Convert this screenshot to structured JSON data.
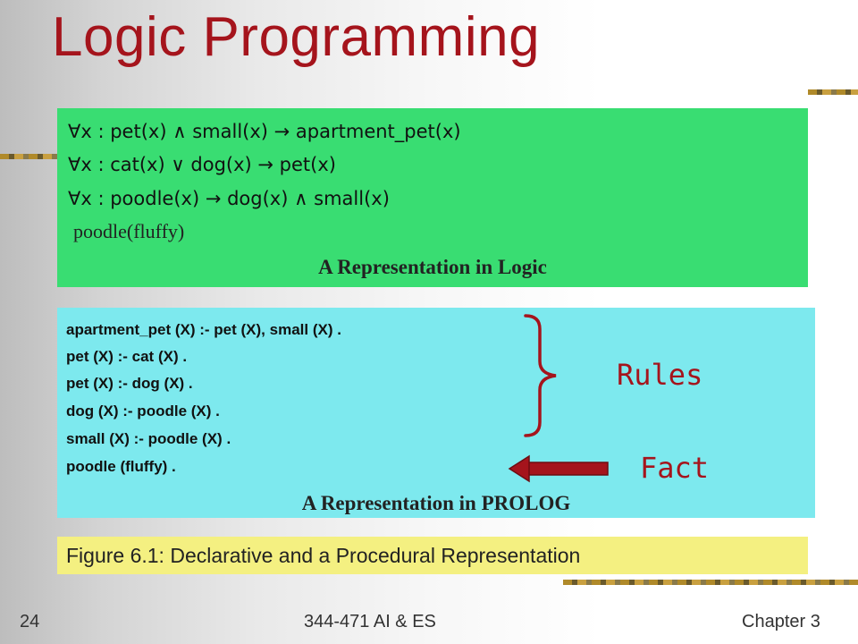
{
  "slide": {
    "title": "Logic Programming"
  },
  "logic": {
    "lines": [
      "∀x : pet(x) ∧ small(x) → apartment_pet(x)",
      "∀x : cat(x) ∨ dog(x) → pet(x)",
      "∀x : poodle(x) → dog(x) ∧ small(x)"
    ],
    "fact": "poodle(fluffy)",
    "caption": "A Representation in Logic"
  },
  "prolog": {
    "lines": [
      "apartment_pet (X)  :- pet (X), small (X) .",
      "pet (X)  :- cat (X) .",
      "pet (X)  :- dog (X) .",
      "dog (X)  :- poodle (X) .",
      "small (X)  :- poodle (X) .",
      "poodle (fluffy) ."
    ],
    "caption": "A Representation in PROLOG",
    "rules_label": "Rules",
    "fact_label": "Fact"
  },
  "figure": {
    "caption": "Figure 6.1: Declarative and a Procedural Representation"
  },
  "footer": {
    "page_number": "24",
    "course": "344-471 AI & ES",
    "chapter": "Chapter 3"
  },
  "colors": {
    "title": "#a5141c",
    "logic_box": "#39dd72",
    "prolog_box": "#7de9ee",
    "figure_box": "#f4f081",
    "accent_red": "#a5141c"
  }
}
